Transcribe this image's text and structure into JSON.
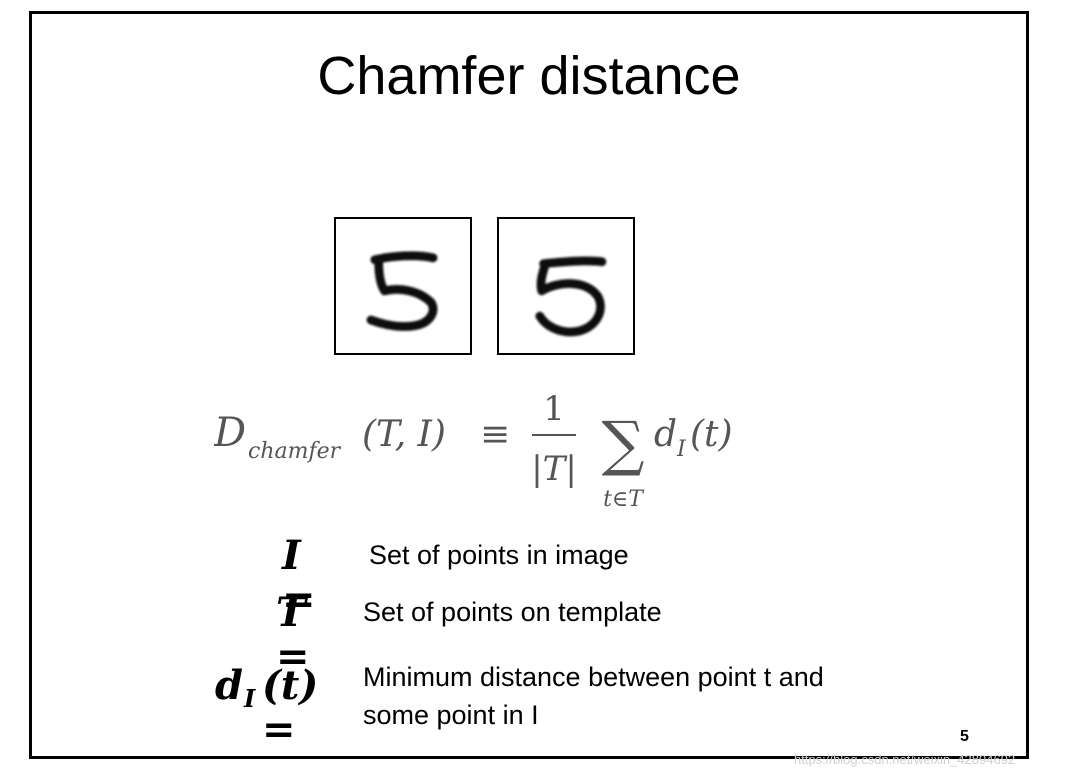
{
  "slide": {
    "title": "Chamfer distance",
    "page_number": "5"
  },
  "digits": [
    {
      "name": "handwritten-five-left"
    },
    {
      "name": "handwritten-five-right"
    }
  ],
  "formula": {
    "lhs_D": "D",
    "lhs_sub": "chamfer",
    "lhs_args": "(T, I)",
    "equiv": "≡",
    "numerator": "1",
    "denominator": "|T|",
    "sum": "∑",
    "sum_sub": "t∈T",
    "term_d": "d",
    "term_sub": "I",
    "term_arg": "(t)"
  },
  "definitions": [
    {
      "symbol": "I =",
      "text": "Set of points in image"
    },
    {
      "symbol": "T =",
      "text": "Set of points on template"
    },
    {
      "symbol_main": "d",
      "symbol_sub": "I",
      "symbol_tail": "(t) =",
      "text_line1": "Minimum distance between point t and",
      "text_line2": "some point in I"
    }
  ],
  "watermark": "https://blog.csdn.net/weixin_42894692"
}
